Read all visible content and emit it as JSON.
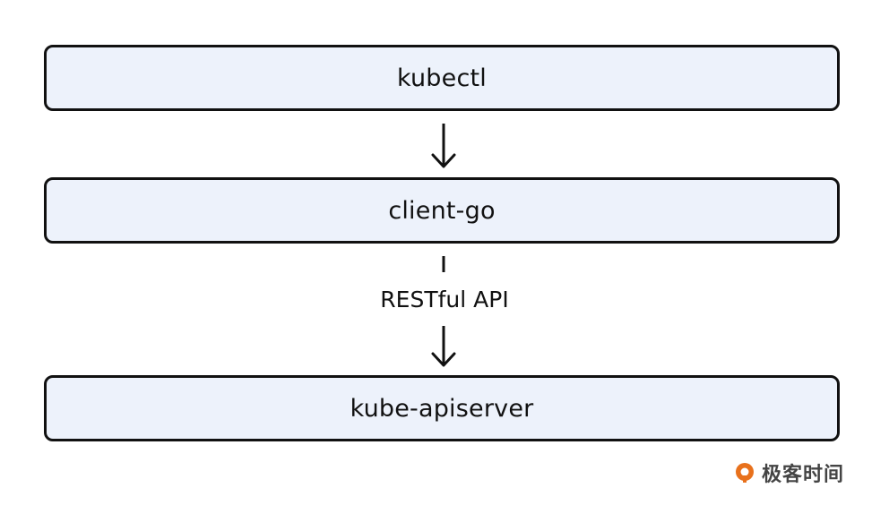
{
  "diagram": {
    "nodes": [
      {
        "id": "kubectl",
        "label": "kubectl"
      },
      {
        "id": "client-go",
        "label": "client-go"
      },
      {
        "id": "kube-apiserver",
        "label": "kube-apiserver"
      }
    ],
    "edges": [
      {
        "from": "kubectl",
        "to": "client-go",
        "label": ""
      },
      {
        "from": "client-go",
        "to": "kube-apiserver",
        "label": "RESTful API"
      }
    ]
  },
  "logo": {
    "text": "极客时间",
    "accent_color": "#e8711c"
  },
  "colors": {
    "box_fill": "#edf2fb",
    "box_border": "#111111"
  }
}
